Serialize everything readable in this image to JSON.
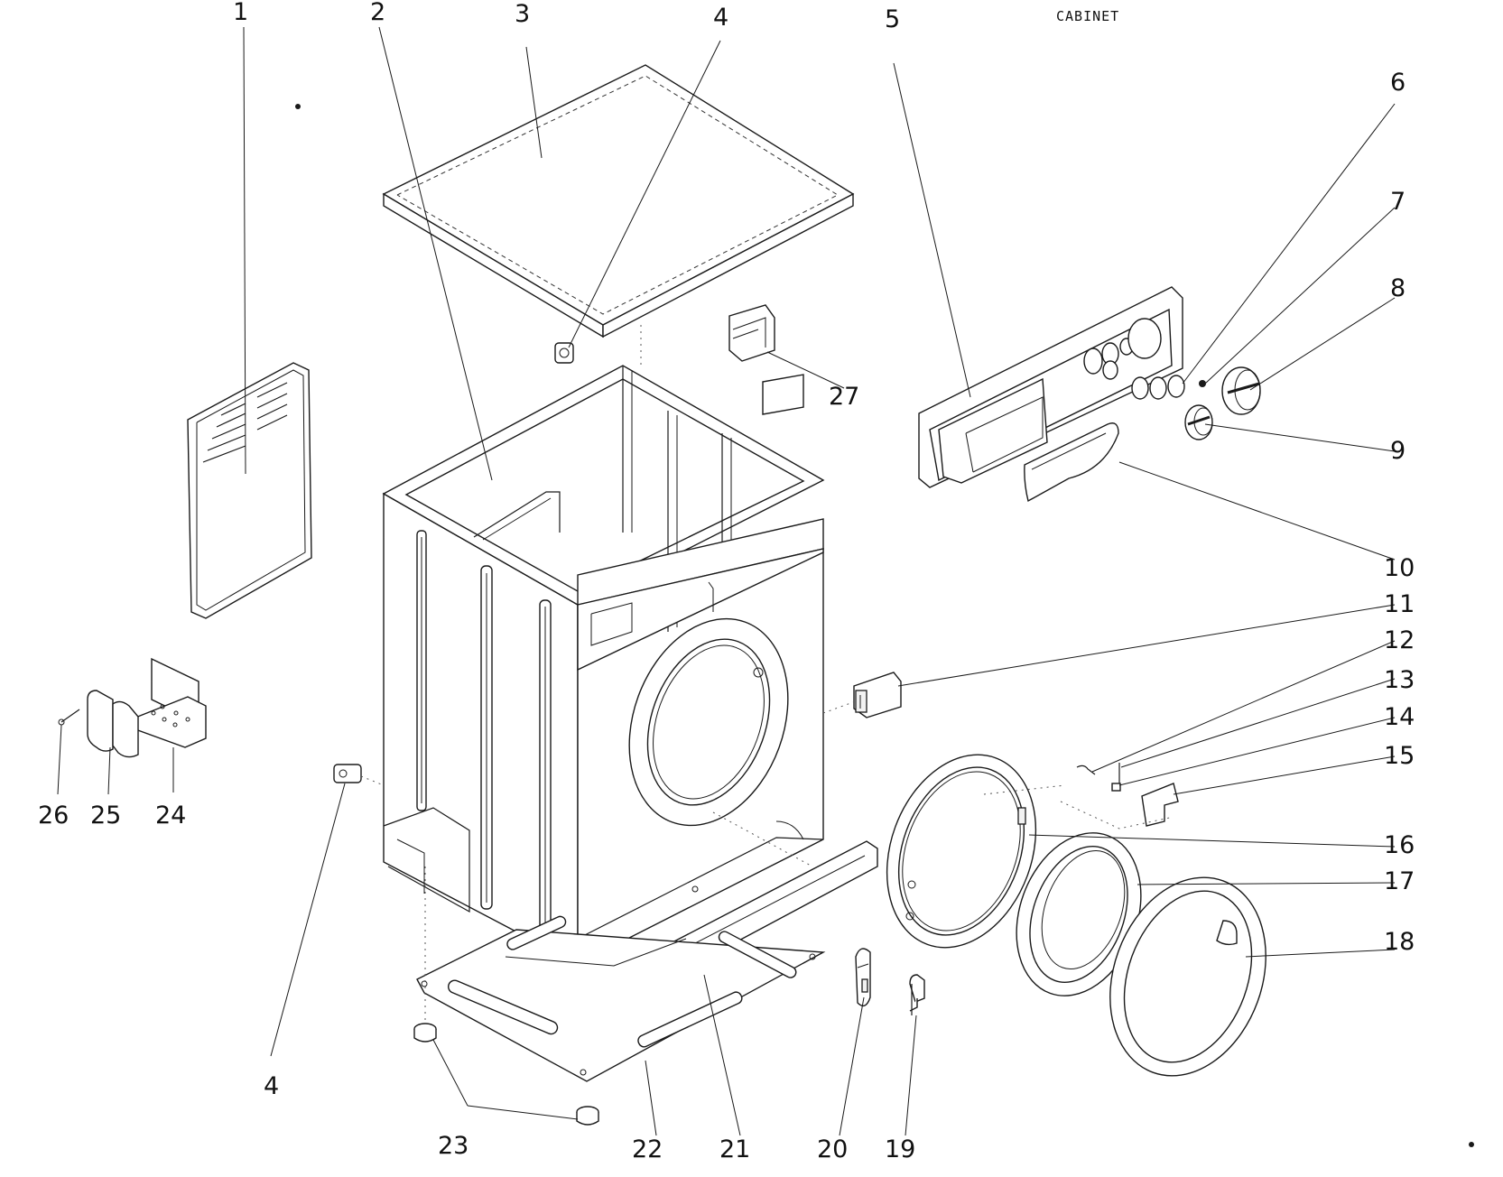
{
  "title": "CABINET",
  "labels": [
    "1",
    "2",
    "3",
    "4",
    "5",
    "6",
    "7",
    "8",
    "9",
    "10",
    "11",
    "12",
    "13",
    "14",
    "15",
    "16",
    "17",
    "18",
    "19",
    "20",
    "21",
    "22",
    "23",
    "24",
    "25",
    "26",
    "27",
    "4"
  ]
}
